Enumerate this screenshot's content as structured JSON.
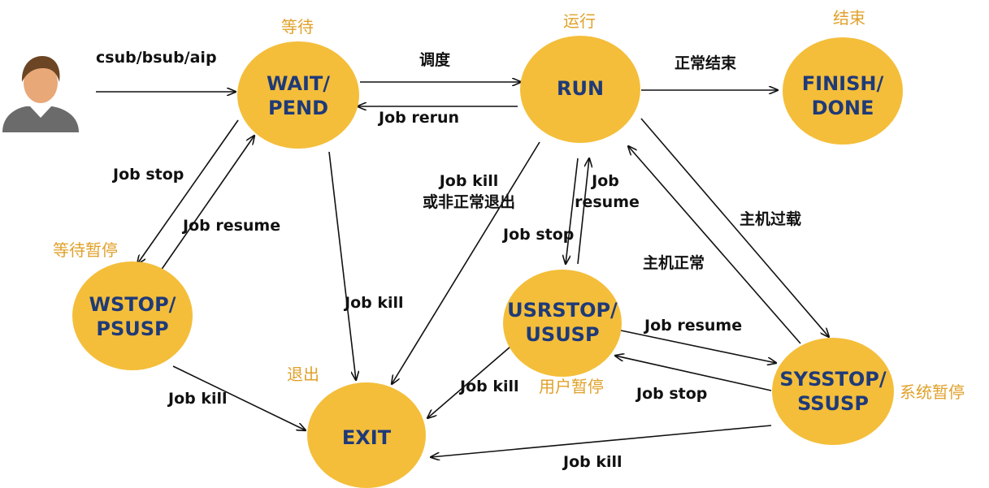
{
  "colors": {
    "state_fill": "#F4BE3A",
    "state_text": "#1F3A78",
    "caption": "#E0A12A",
    "label": "#111111"
  },
  "actor": {
    "icon": "user-icon"
  },
  "states": {
    "wait": {
      "line1": "WAIT/",
      "line2": "PEND",
      "caption": "等待"
    },
    "run": {
      "line1": "RUN",
      "caption": "运行"
    },
    "finish": {
      "line1": "FINISH/",
      "line2": "DONE",
      "caption": "结束"
    },
    "wstop": {
      "line1": "WSTOP/",
      "line2": "PSUSP",
      "caption": "等待暂停"
    },
    "exit": {
      "line1": "EXIT",
      "caption": "退出"
    },
    "usrstop": {
      "line1": "USRSTOP/",
      "line2": "USUSP",
      "caption": "用户暂停"
    },
    "sysstop": {
      "line1": "SYSSTOP/",
      "line2": "SSUSP",
      "caption": "系统暂停"
    }
  },
  "transitions": {
    "submit": "csub/bsub/aip",
    "schedule": "调度",
    "rerun": "Job rerun",
    "normal_end": "正常结束",
    "wait_stop": "Job stop",
    "wait_resume": "Job resume",
    "wait_kill": "Job kill",
    "run_kill_line1": "Job kill",
    "run_kill_line2": "或非正常退出",
    "run_stop": "Job stop",
    "usr_resume_line1": "Job",
    "usr_resume_line2": "resume",
    "overload": "主机过载",
    "host_normal": "主机正常",
    "wstop_kill": "Job kill",
    "usr_kill": "Job kill",
    "usr_to_sys_resume": "Job resume",
    "sys_stop": "Job stop",
    "sys_kill": "Job kill"
  }
}
